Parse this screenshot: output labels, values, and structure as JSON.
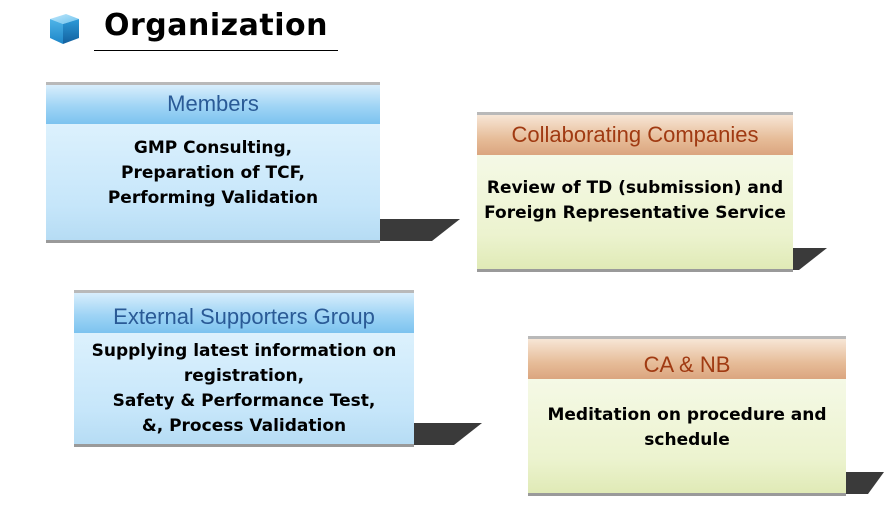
{
  "page": {
    "title": "Organization",
    "icon": "cube-icon"
  },
  "boxes": [
    {
      "id": "members",
      "header": "Members",
      "lines": [
        "GMP Consulting,",
        "Preparation of TCF,",
        "Performing Validation"
      ],
      "theme": "blue"
    },
    {
      "id": "collaborating-companies",
      "header": "Collaborating Companies",
      "lines": [
        "Review of TD (submission) and",
        "Foreign Representative Service"
      ],
      "theme": "warm"
    },
    {
      "id": "external-supporters-group",
      "header": "External Supporters Group",
      "lines": [
        "Supplying latest information on",
        "registration,",
        "Safety & Performance Test,",
        "&, Process Validation"
      ],
      "theme": "blue"
    },
    {
      "id": "ca-nb",
      "header": "CA & NB",
      "lines": [
        "Meditation on procedure and",
        "schedule"
      ],
      "theme": "warm"
    }
  ],
  "colors": {
    "blue_header_text": "#2a5a96",
    "warm_header_text": "#a03a12",
    "cube_face": "#3aa6e0"
  }
}
